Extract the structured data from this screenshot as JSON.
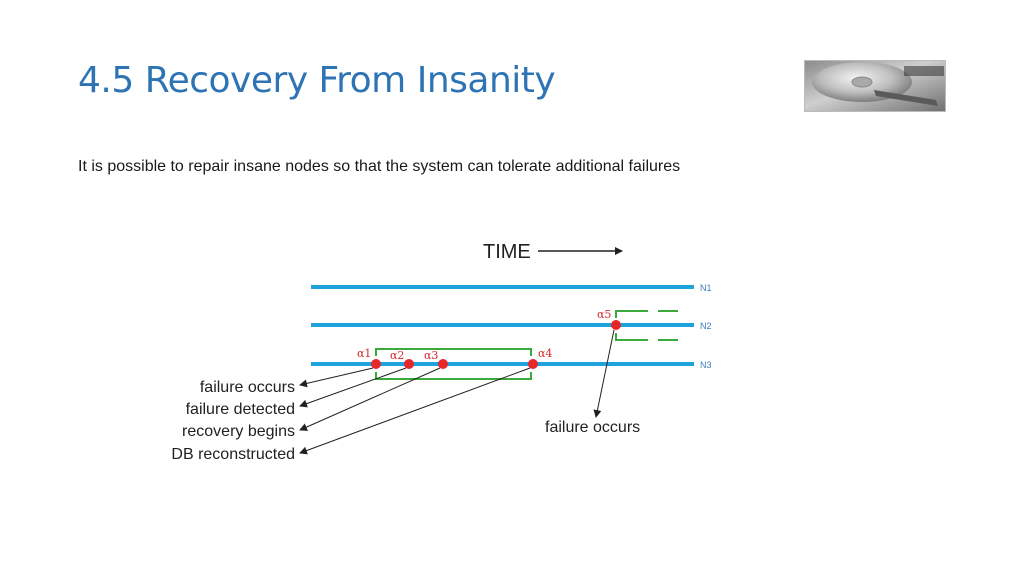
{
  "slide": {
    "title": "4.5 Recovery From Insanity",
    "subtitle": "It is possible to repair insane nodes so that the system can tolerate additional failures"
  },
  "diagram": {
    "time_label": "TIME",
    "nodes": [
      "N1",
      "N2",
      "N3"
    ],
    "alphas": {
      "a1": "α1",
      "a2": "α2",
      "a3": "α3",
      "a4": "α4",
      "a5": "α5"
    },
    "events": {
      "failure_occurs": "failure occurs",
      "failure_detected": "failure detected",
      "recovery_begins": "recovery begins",
      "db_reconstructed": "DB reconstructed",
      "n2_failure_occurs": "failure occurs"
    },
    "colors": {
      "timeline": "#1fa3dc",
      "marker": "#e5262a",
      "bracket": "#3aaa3a",
      "text": "#222222",
      "title": "#2e74b5"
    }
  }
}
